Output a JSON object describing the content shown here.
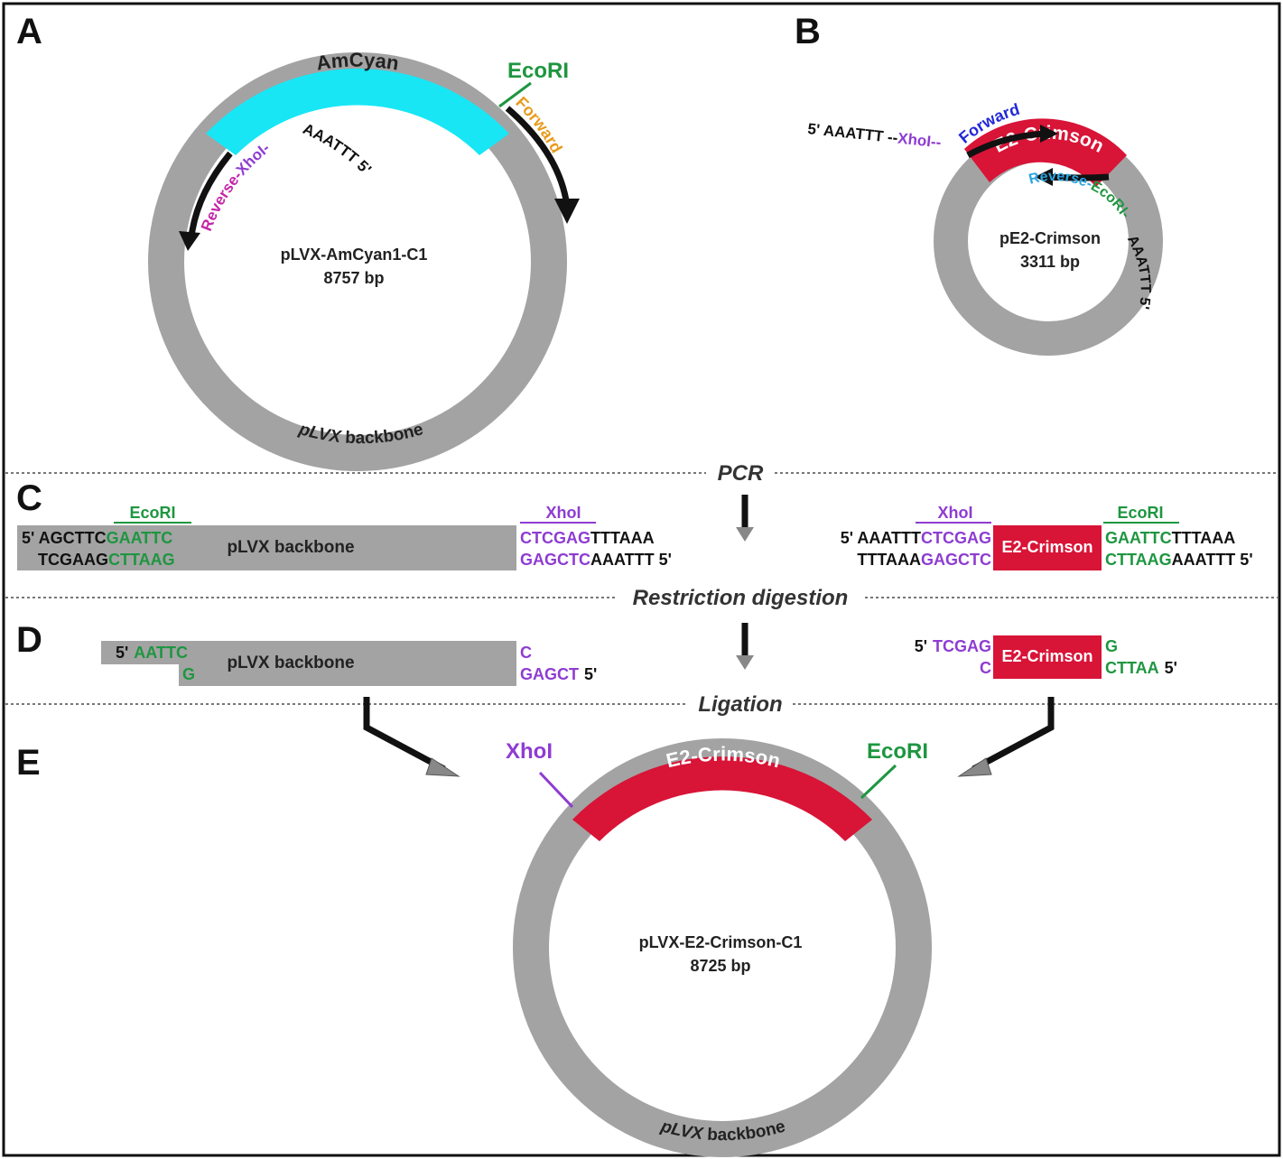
{
  "colors": {
    "backbone": "#a3a3a3",
    "amcyan": "#18e6f5",
    "crimson": "#d81437",
    "ecori": "#1e9640",
    "xhoi": "#8e3cd2",
    "forward_a": "#e89a1c",
    "reverse_a": "#c326a8",
    "forward_b": "#2227d8",
    "reverse_b": "#2aa5e0",
    "black": "#111111"
  },
  "panels": {
    "a": "A",
    "b": "B",
    "c": "C",
    "d": "D",
    "e": "E"
  },
  "steps": {
    "pcr": "PCR",
    "digestion": "Restriction digestion",
    "ligation": "Ligation"
  },
  "panel_a": {
    "insert": "AmCyan",
    "ecori": "EcoRI",
    "forward": "Forward",
    "reverse": "Reverse-",
    "xhoi": "XhoI-",
    "tail": "AAATTT 5'",
    "name": "pLVX-AmCyan1-C1",
    "size": "8757 bp",
    "backbone_italic": "pLVX",
    "backbone": " backbone"
  },
  "panel_b": {
    "prefix": "5' AAATTT --",
    "xhoi": "XhoI",
    "dashes": "--",
    "forward": "Forward",
    "insert": "E2-Crimson",
    "reverse": "Reverse-",
    "ecori": "EcoRI-",
    "tail": "AAATTT 5'",
    "name": "pE2-Crimson",
    "size": "3311 bp"
  },
  "panel_c": {
    "ecori": "EcoRI",
    "xhoi": "XhoI",
    "backbone": "pLVX backbone",
    "left_top_a": "5' AGCTTC",
    "left_top_b": "GAATTC",
    "left_bot_a": "TCGAAG",
    "left_bot_b": "CTTAAG",
    "mid_top_a": "CTCGAG",
    "mid_top_b": "TTTAAA",
    "mid_bot_a": "GAGCTC",
    "mid_bot_b": "AAATTT 5'",
    "ecori_r": "EcoRI",
    "xhoi_r": "XhoI",
    "insert": "E2-Crimson",
    "r_top_a": "5' AAATTT",
    "r_top_b": "CTCGAG",
    "r_bot_a": "TTTAAA",
    "r_bot_b": "GAGCTC",
    "r2_top_a": "GAATTC",
    "r2_top_b": "TTTAAA",
    "r2_bot_a": "CTTAAG",
    "r2_bot_b": "AAATTT 5'"
  },
  "panel_d": {
    "backbone": "pLVX backbone",
    "l_top_a": "5'",
    "l_top_b": "AATTC",
    "l_bot": "G",
    "m_top": "C",
    "m_bot_a": "GAGCT",
    "m_bot_b": "5'",
    "r_top_a": "5'",
    "r_top_b": "TCGAG",
    "r_bot": "C",
    "insert": "E2-Crimson",
    "r2_top": "G",
    "r2_bot_a": "CTTAA",
    "r2_bot_b": "5'"
  },
  "panel_e": {
    "xhoi": "XhoI",
    "ecori": "EcoRI",
    "insert": "E2-Crimson",
    "name": "pLVX-E2-Crimson-C1",
    "size": "8725 bp",
    "backbone_italic": "pLVX",
    "backbone": " backbone"
  }
}
